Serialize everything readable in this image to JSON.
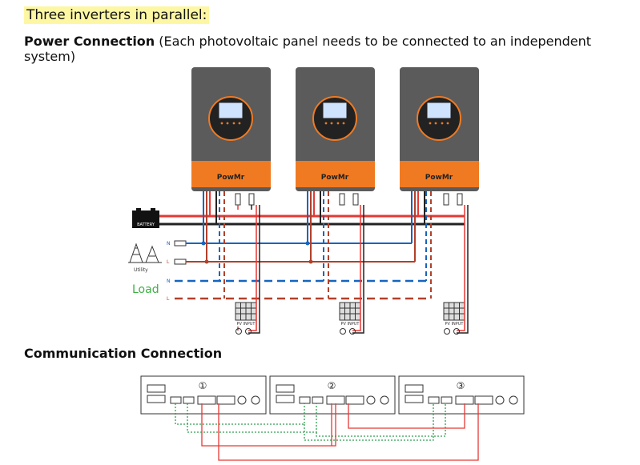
{
  "heading": "Three inverters in parallel:",
  "power": {
    "title": "Power Connection",
    "note": "(Each photovoltaic panel needs to be connected to an independent system)"
  },
  "communication": {
    "title": "Communication Connection"
  },
  "labels": {
    "brand": "PowMr",
    "battery": "BATTERY",
    "utility": "Utility",
    "load": "Load",
    "n": "N",
    "l": "L",
    "pv_input": "PV INPUT"
  },
  "units": [
    "①",
    "②",
    "③"
  ],
  "colors": {
    "red": "#e53935",
    "black": "#222222",
    "blue": "#1565c0",
    "brown": "#b2402a",
    "green": "#2e9e4f",
    "orange": "#f07a22",
    "gray": "#5b5b5b",
    "load_text": "#3cb043"
  }
}
